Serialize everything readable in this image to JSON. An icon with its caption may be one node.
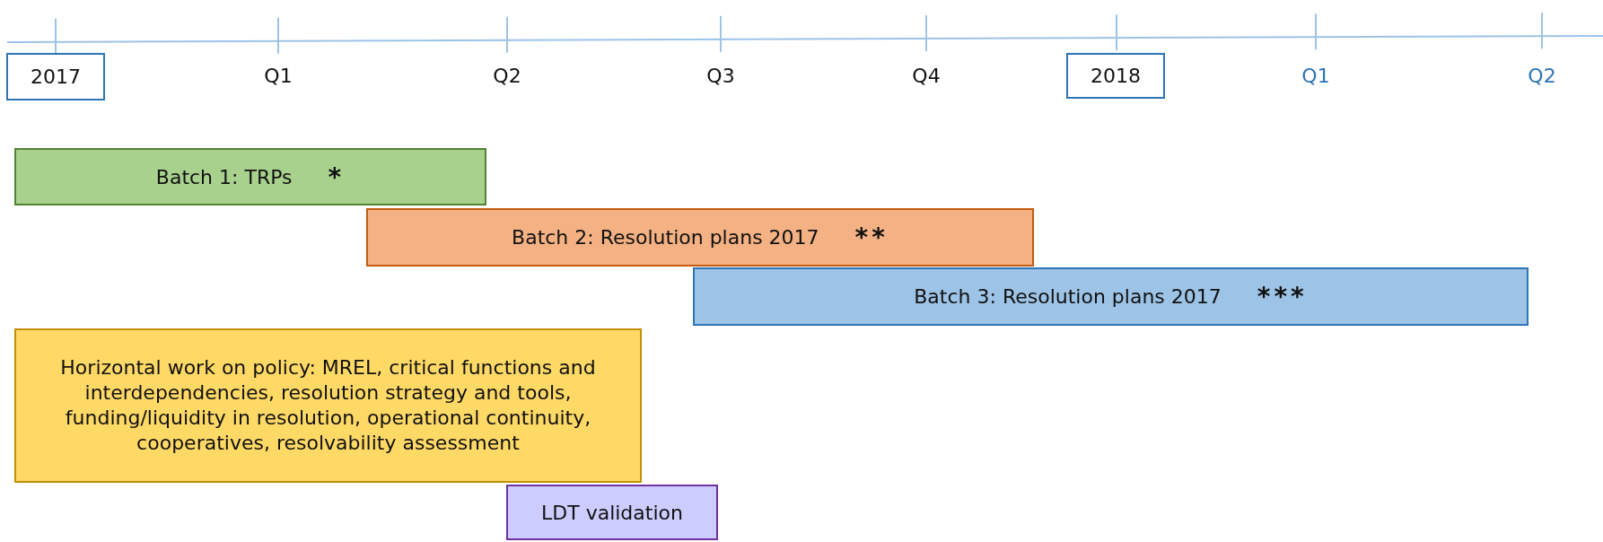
{
  "diagram": {
    "nodes": [
      {
        "text": [
          "2017"
        ]
      },
      {
        "text": [
          "2018"
        ]
      },
      {
        "text": [
          "Batch 1: TRPs",
          "*"
        ]
      },
      {
        "text": [
          "Batch 2: Resolution plans 2017",
          "**"
        ]
      },
      {
        "text": [
          "Batch 3: Resolution plans 2017",
          "***"
        ]
      },
      {
        "text": [
          "Horizontal work on policy: MREL, critical functions and interdependencies, resolution strategy and tools, funding/liquidity in resolution, operational continuity, cooperatives, resolvability assessment"
        ]
      },
      {
        "text": [
          "LDT validation"
        ]
      }
    ],
    "edges": [],
    "labels": [
      "Q1",
      "Q2",
      "Q3",
      "Q4",
      "Q1",
      "Q2"
    ]
  }
}
